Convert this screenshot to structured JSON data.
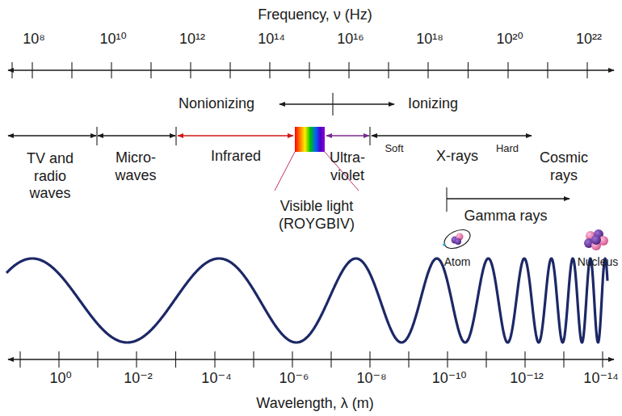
{
  "diagram": {
    "labels": [
      "Frequency, ν (Hz)",
      "10⁸",
      "10¹⁰",
      "10¹²",
      "10¹⁴",
      "10¹⁶",
      "10¹⁸",
      "10²⁰",
      "10²²",
      "Nonionizing",
      "Ionizing",
      "TV and radio waves",
      "Micro- waves",
      "Infrared",
      "Ultra- violet",
      "Soft",
      "X-rays",
      "Hard",
      "Cosmic rays",
      "Visible light (ROYGBIV)",
      "Gamma rays",
      "Atom",
      "Nucleus",
      "10⁰",
      "10⁻²",
      "10⁻⁴",
      "10⁻⁶",
      "10⁻⁸",
      "10⁻¹⁰",
      "10⁻¹²",
      "10⁻¹⁴",
      "Wavelength, λ (m)"
    ]
  }
}
